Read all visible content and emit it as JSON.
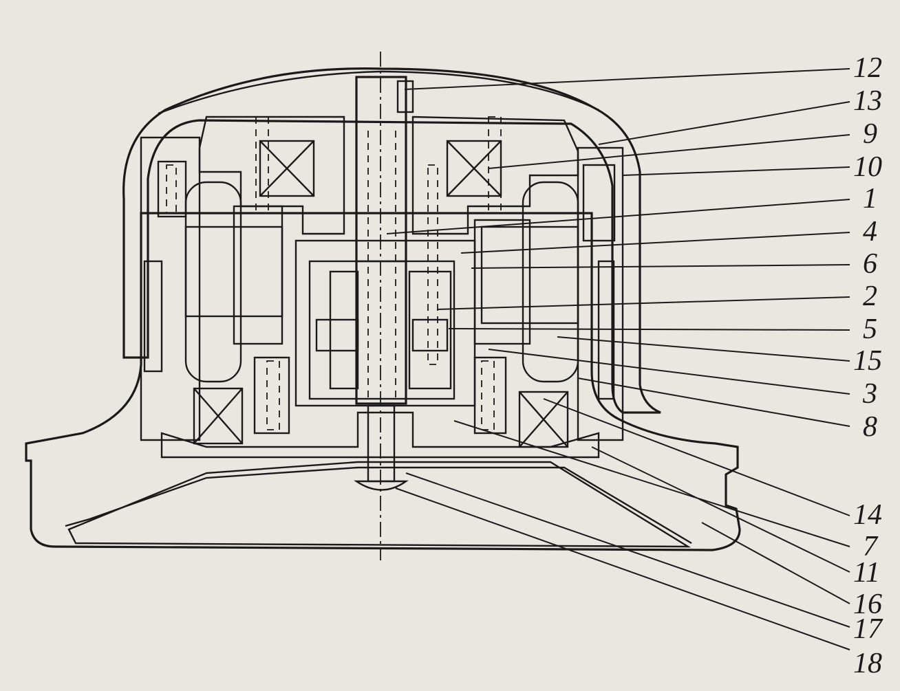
{
  "diagram": {
    "background_color": "#eae7e1",
    "ink_color": "#1a1a1a",
    "callouts": [
      {
        "id": "12",
        "label": "12"
      },
      {
        "id": "13",
        "label": "13"
      },
      {
        "id": "9",
        "label": "9"
      },
      {
        "id": "10",
        "label": "10"
      },
      {
        "id": "1",
        "label": "1"
      },
      {
        "id": "4",
        "label": "4"
      },
      {
        "id": "6",
        "label": "6"
      },
      {
        "id": "2",
        "label": "2"
      },
      {
        "id": "5",
        "label": "5"
      },
      {
        "id": "15",
        "label": "15"
      },
      {
        "id": "3",
        "label": "3"
      },
      {
        "id": "8",
        "label": "8"
      },
      {
        "id": "14",
        "label": "14"
      },
      {
        "id": "7",
        "label": "7"
      },
      {
        "id": "11",
        "label": "11"
      },
      {
        "id": "16",
        "label": "16"
      },
      {
        "id": "17",
        "label": "17"
      },
      {
        "id": "18",
        "label": "18"
      }
    ]
  }
}
